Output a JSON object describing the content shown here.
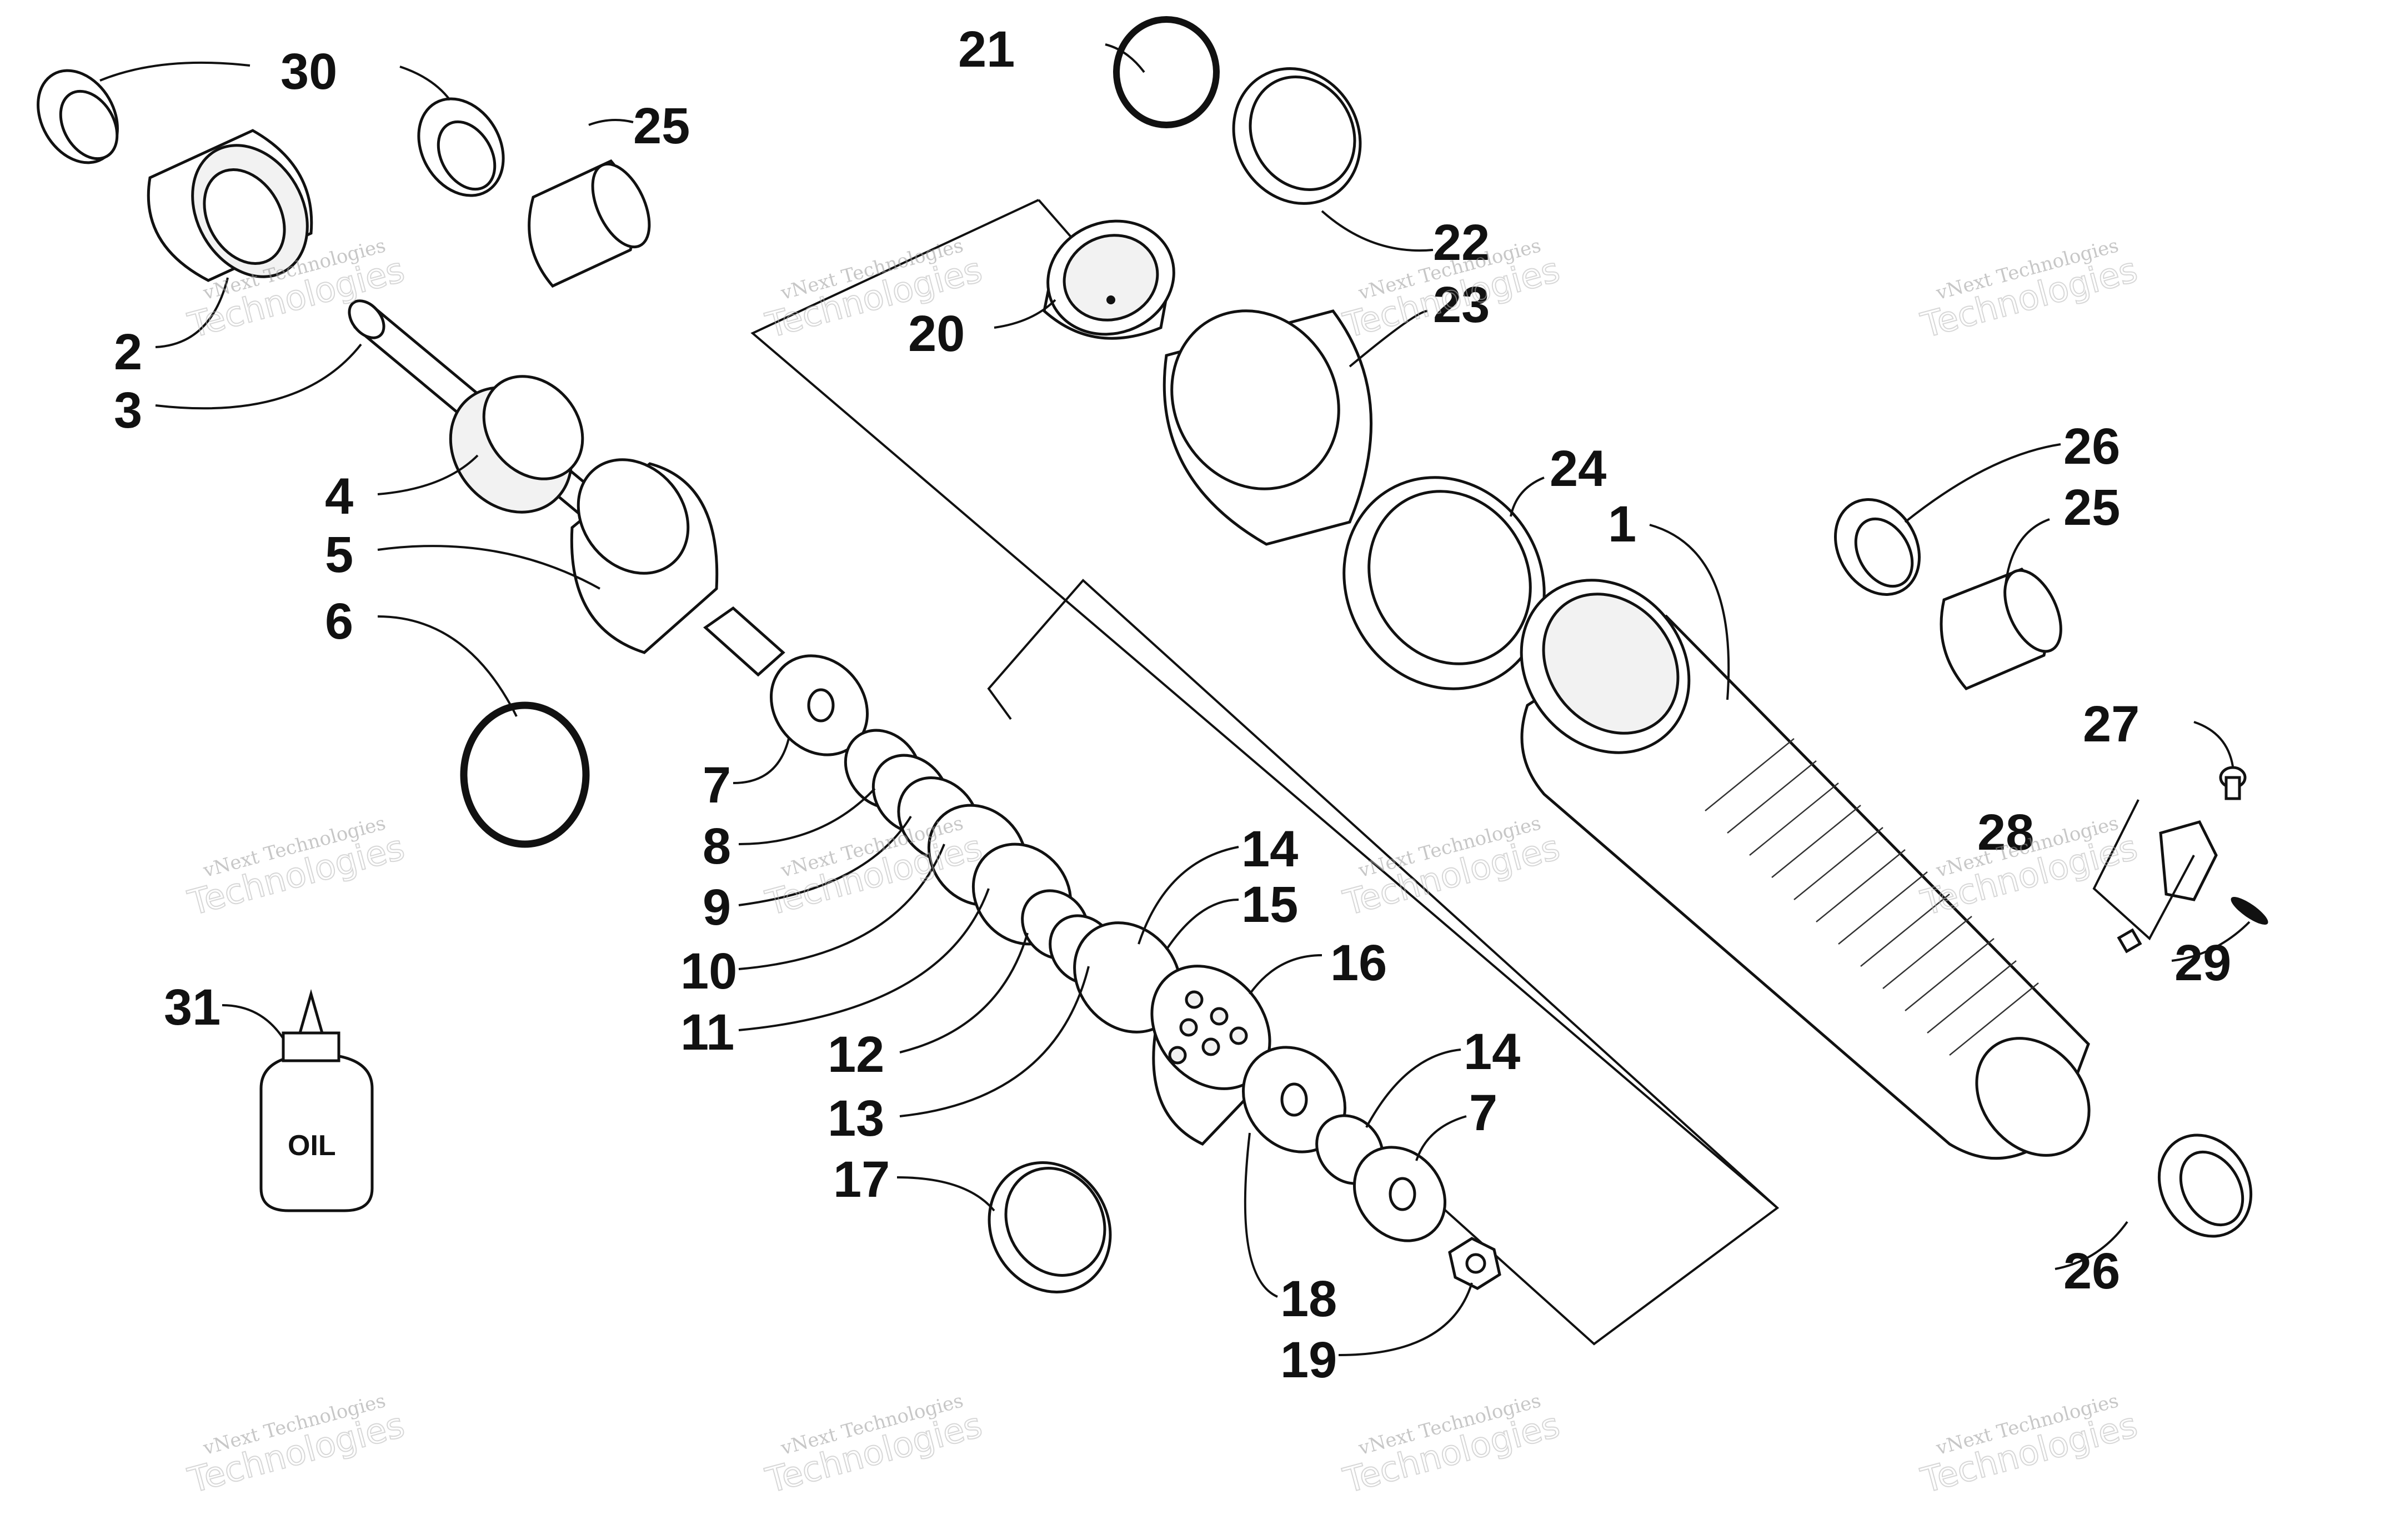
{
  "callouts": [
    {
      "id": "c30",
      "label": "30"
    },
    {
      "id": "c25a",
      "label": "25"
    },
    {
      "id": "c21",
      "label": "21"
    },
    {
      "id": "c22",
      "label": "22"
    },
    {
      "id": "c23",
      "label": "23"
    },
    {
      "id": "c20",
      "label": "20"
    },
    {
      "id": "c2",
      "label": "2"
    },
    {
      "id": "c3",
      "label": "3"
    },
    {
      "id": "c4",
      "label": "4"
    },
    {
      "id": "c5",
      "label": "5"
    },
    {
      "id": "c6",
      "label": "6"
    },
    {
      "id": "c24",
      "label": "24"
    },
    {
      "id": "c1",
      "label": "1"
    },
    {
      "id": "c26a",
      "label": "26"
    },
    {
      "id": "c25b",
      "label": "25"
    },
    {
      "id": "c27",
      "label": "27"
    },
    {
      "id": "c28",
      "label": "28"
    },
    {
      "id": "c29",
      "label": "29"
    },
    {
      "id": "c7a",
      "label": "7"
    },
    {
      "id": "c8",
      "label": "8"
    },
    {
      "id": "c9",
      "label": "9"
    },
    {
      "id": "c10",
      "label": "10"
    },
    {
      "id": "c11",
      "label": "11"
    },
    {
      "id": "c12",
      "label": "12"
    },
    {
      "id": "c13",
      "label": "13"
    },
    {
      "id": "c14a",
      "label": "14"
    },
    {
      "id": "c15",
      "label": "15"
    },
    {
      "id": "c16",
      "label": "16"
    },
    {
      "id": "c14b",
      "label": "14"
    },
    {
      "id": "c7b",
      "label": "7"
    },
    {
      "id": "c17",
      "label": "17"
    },
    {
      "id": "c18",
      "label": "18"
    },
    {
      "id": "c19",
      "label": "19"
    },
    {
      "id": "c26b",
      "label": "26"
    },
    {
      "id": "c31",
      "label": "31"
    }
  ],
  "oil_label": "OIL",
  "watermark": {
    "line1": "vNext Technologies",
    "line2": "Technologies"
  }
}
